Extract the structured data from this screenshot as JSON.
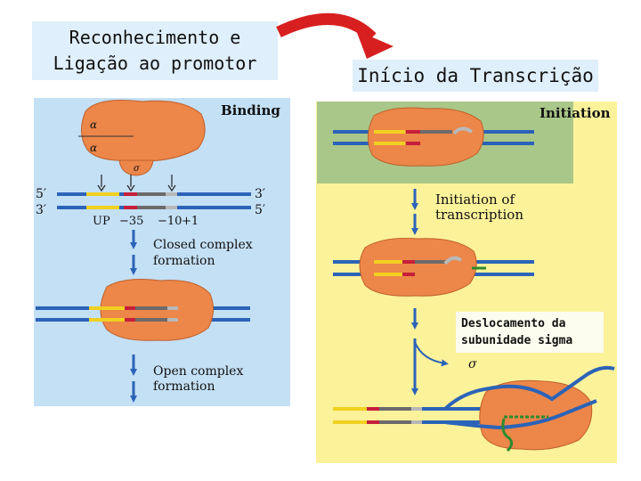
{
  "left_panel": {
    "title_line1": "Reconhecimento e",
    "title_line2": "Ligação ao promotor",
    "binding": "Binding",
    "alpha1": "α",
    "alpha2": "α",
    "sigma": "σ",
    "five_prime_left": "5′",
    "three_prime_left": "3′",
    "three_prime_right": "3′",
    "five_prime_right": "5′",
    "up": "UP",
    "minus35": "−35",
    "minus10": "−10",
    "plus1": "+1",
    "closed_line1": "Closed complex",
    "closed_line2": "formation",
    "open_line1": "Open complex",
    "open_line2": "formation"
  },
  "right_panel": {
    "title": "Início da Transcrição",
    "initiation": "Initiation",
    "init_of_line1": "Initiation of",
    "init_of_line2": "transcription",
    "subunit_line1": "Deslocamento da",
    "subunit_line2": "subunidade sigma",
    "sigma": "σ"
  },
  "colors": {
    "left_bg": "#c4e0f5",
    "right_bg": "#fbf29a",
    "green_bg": "#a9c789",
    "polymerase": "#ec8649",
    "dna_blue": "#2b63b8",
    "up_yellow": "#f1d020",
    "box_red": "#c61f3b",
    "rna_green": "#2f8a2f",
    "big_arrow": "#d81f1f"
  }
}
